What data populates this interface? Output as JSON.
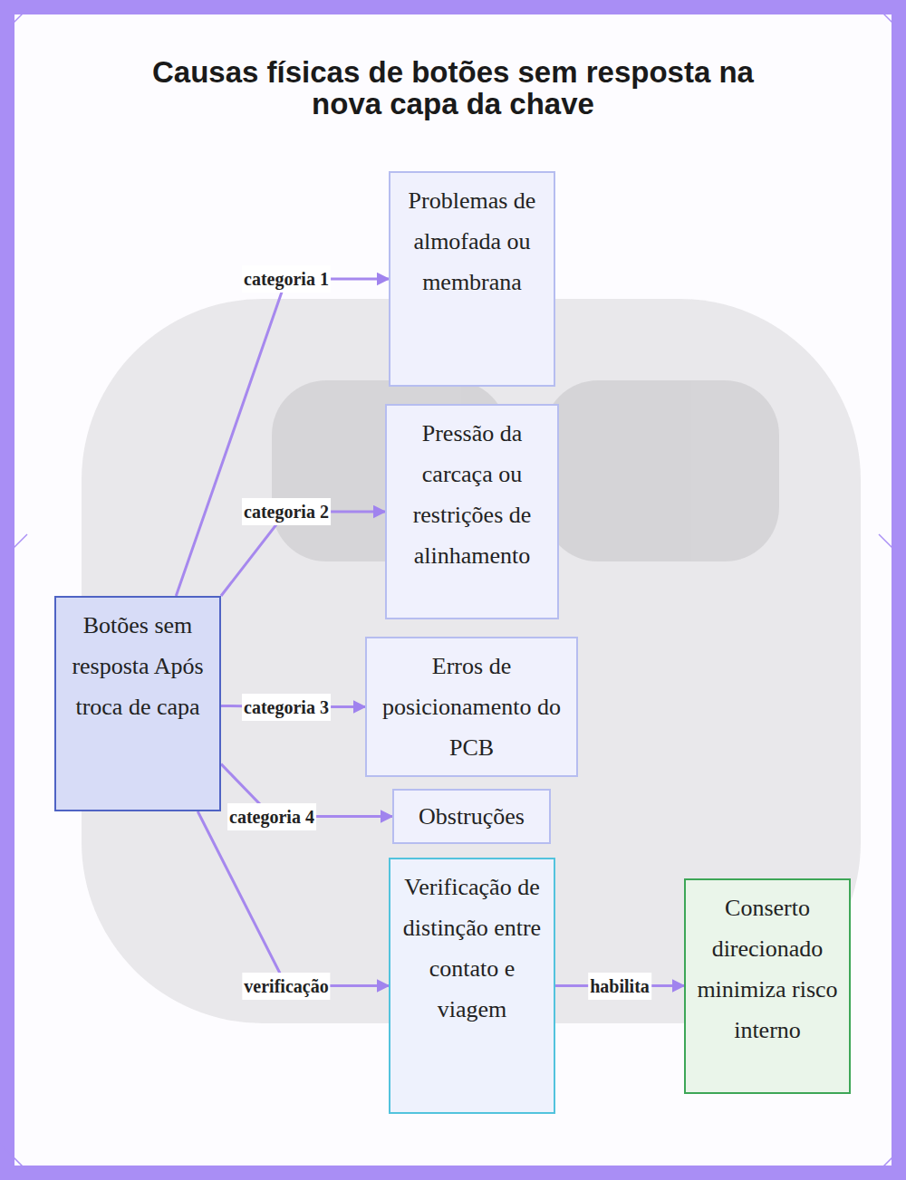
{
  "diagram": {
    "title": "Causas físicas de botões sem resposta na nova capa da chave",
    "nodes": [
      {
        "text": [
          "Botões sem resposta Após troca de capa"
        ]
      },
      {
        "text": [
          "Problemas de almofada ou membrana"
        ]
      },
      {
        "text": [
          "Pressão da carcaça ou restrições de alinhamento"
        ]
      },
      {
        "text": [
          "Erros de posicionamento do PCB"
        ]
      },
      {
        "text": [
          "Obstruções"
        ]
      },
      {
        "text": [
          "Verificação de distinção entre contato e viagem"
        ]
      },
      {
        "text": [
          "Conserto direcionado minimiza risco interno"
        ]
      }
    ],
    "edges": [
      {
        "from": 0,
        "to": 1,
        "label": "categoria 1",
        "arrow": "to"
      },
      {
        "from": 0,
        "to": 2,
        "label": "categoria 2",
        "arrow": "to"
      },
      {
        "from": 0,
        "to": 3,
        "label": "categoria 3",
        "arrow": "to"
      },
      {
        "from": 0,
        "to": 4,
        "label": "categoria 4",
        "arrow": "to"
      },
      {
        "from": 0,
        "to": 5,
        "label": "verificação",
        "arrow": "to"
      },
      {
        "from": 5,
        "to": 6,
        "label": "habilita",
        "arrow": "to"
      }
    ]
  }
}
